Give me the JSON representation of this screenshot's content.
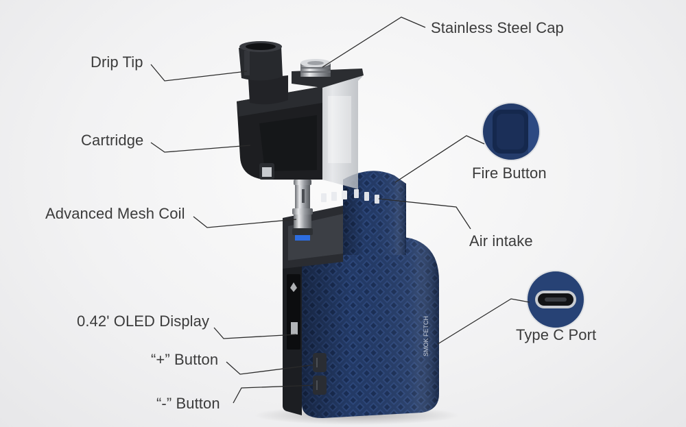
{
  "callouts": {
    "drip_tip": "Drip Tip",
    "stainless_cap": "Stainless Steel Cap",
    "cartridge": "Cartridge",
    "fire_button": "Fire Button",
    "mesh_coil": "Advanced Mesh Coil",
    "air_intake": "Air intake",
    "oled_display": "0.42' OLED Display",
    "type_c_port": "Type C Port",
    "plus_button": "“+” Button",
    "minus_button": "“-” Button"
  },
  "device_side_text": "SMOK FETCH",
  "colors": {
    "body_blue": "#233a66",
    "cartridge_black": "#1e1e20",
    "cartridge_clear": "#c9ccd0",
    "background": "#f1f1f2",
    "text": "#3b3b3b",
    "leader_line": "#2b2b2b"
  }
}
